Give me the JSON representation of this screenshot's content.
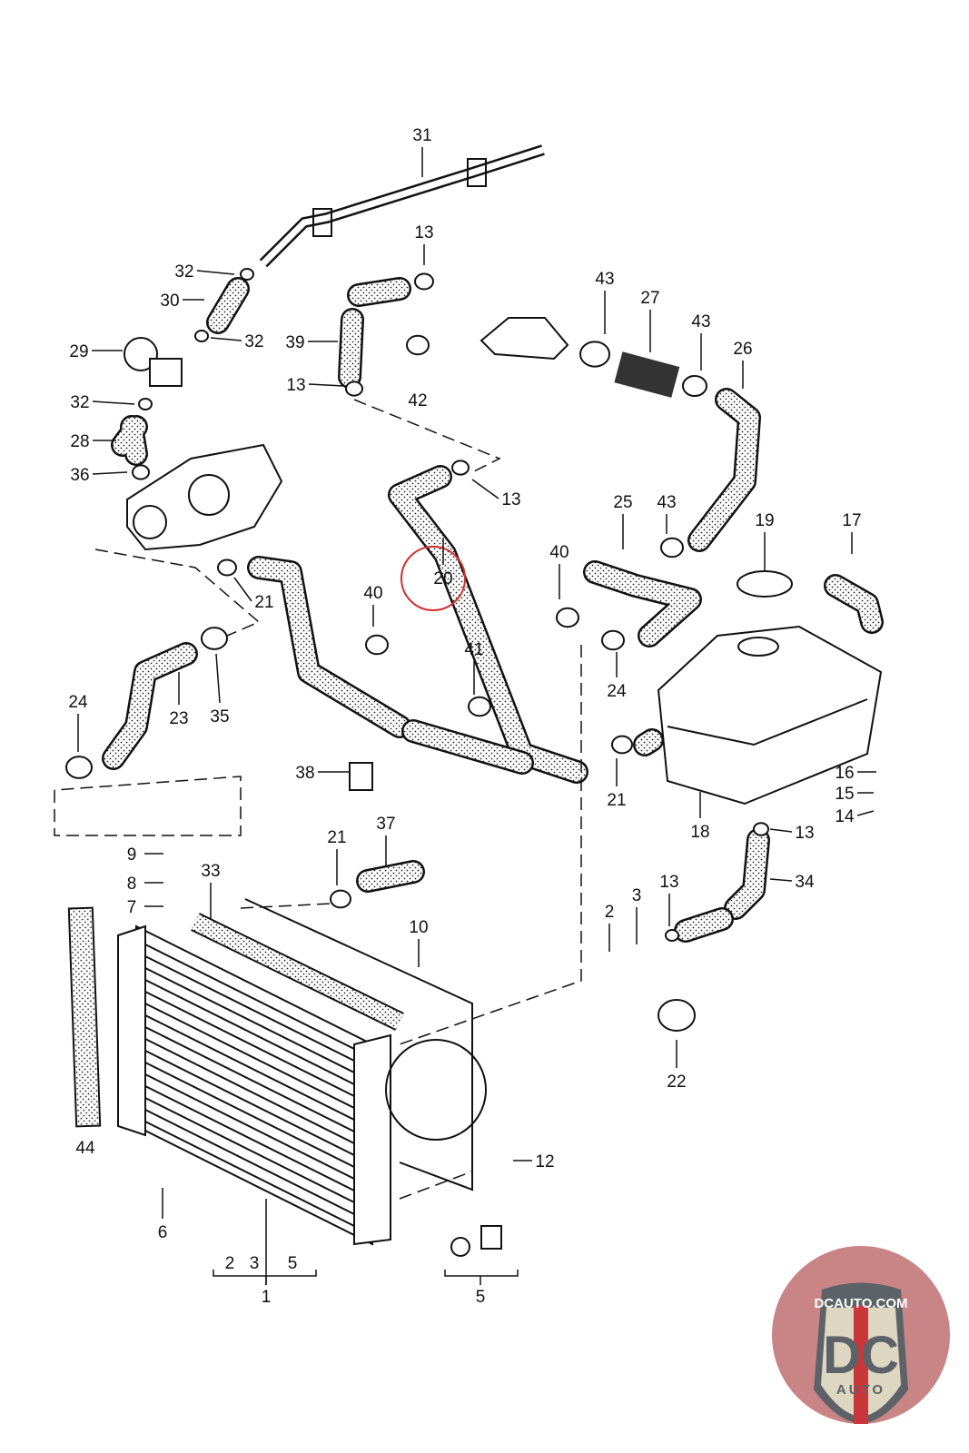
{
  "diagram": {
    "part_numbers": [
      "31",
      "13",
      "32",
      "30",
      "32",
      "29",
      "39",
      "13",
      "42",
      "43",
      "27",
      "43",
      "26",
      "32",
      "28",
      "36",
      "13",
      "25",
      "43",
      "19",
      "17",
      "20",
      "40",
      "40",
      "21",
      "41",
      "24",
      "23",
      "35",
      "24",
      "21",
      "38",
      "18",
      "16",
      "15",
      "14",
      "13",
      "21",
      "37",
      "9",
      "8",
      "7",
      "33",
      "10",
      "13",
      "3",
      "2",
      "34",
      "22",
      "44",
      "12",
      "6",
      "2",
      "3",
      "5",
      "1",
      "5"
    ],
    "highlighted_part": "20",
    "highlight_color": "#d32f2f"
  },
  "logo": {
    "site": "DCAUTO.COM",
    "letters": "DC",
    "word": "AUTO",
    "colors": {
      "background": "#c98585",
      "shield": "#ddd6c0",
      "dark": "#5d6268",
      "stripe": "#c9373a"
    }
  }
}
